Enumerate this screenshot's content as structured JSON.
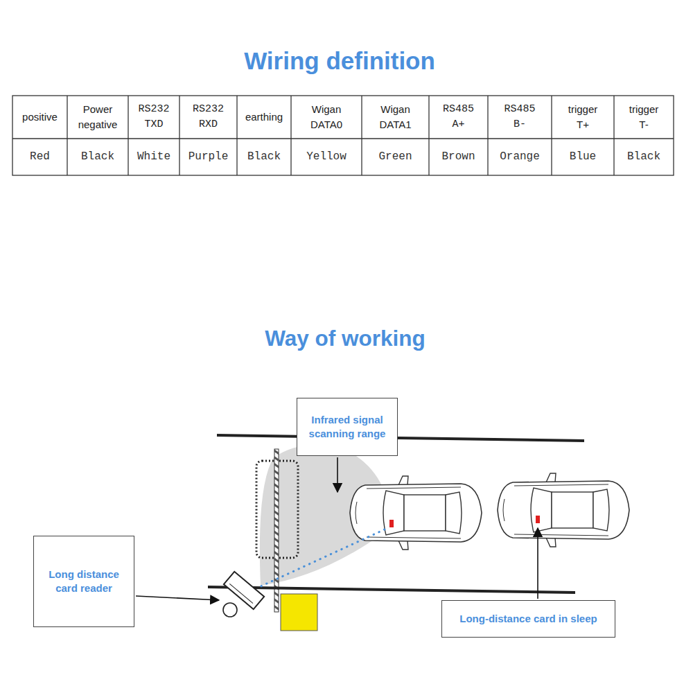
{
  "diagram": {
    "title": "Wiring definition",
    "nodes": [
      {
        "text": [
          "Infrared signal scanning range"
        ]
      },
      {
        "text": [
          "Long distance card reader"
        ]
      },
      {
        "text": [
          "Long-distance card in sleep"
        ]
      }
    ],
    "labels": [
      "positive",
      "Power negative",
      "RS232 TXD",
      "RS232 RXD",
      "earthing",
      "Wigan DATA0",
      "Wigan DATA1",
      "RS485 A+",
      "RS485 B-",
      "trigger T+",
      "trigger T-",
      "Red",
      "Black",
      "White",
      "Purple",
      "Black",
      "Yellow",
      "Green",
      "Brown",
      "Orange",
      "Blue",
      "Black",
      "Way of working"
    ]
  }
}
